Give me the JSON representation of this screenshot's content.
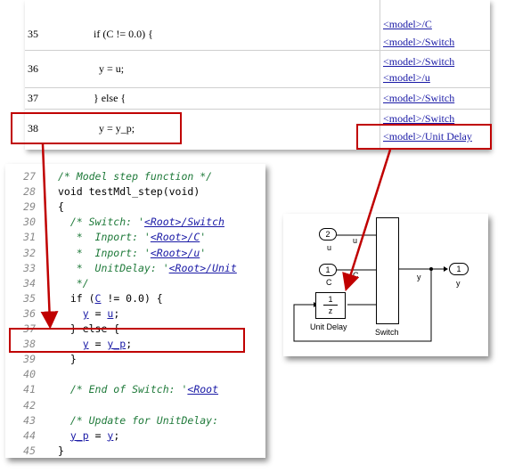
{
  "trace_table": {
    "rows": [
      {
        "line": "35",
        "code": "if (C != 0.0) {",
        "links": [
          "<model>/C",
          "<model>/Switch"
        ]
      },
      {
        "line": "36",
        "code": "  y = u;",
        "links": [
          "<model>/Switch",
          "<model>/u"
        ]
      },
      {
        "line": "37",
        "code": "} else {",
        "links": [
          "<model>/Switch"
        ]
      },
      {
        "line": "38",
        "code": "  y = y_p;",
        "links": [
          "<model>/Switch",
          "<model>/Unit Delay"
        ]
      }
    ]
  },
  "code_view": {
    "lines": [
      {
        "n": "27",
        "parts": [
          {
            "t": "/* Model step function */",
            "c": "cm"
          }
        ]
      },
      {
        "n": "28",
        "parts": [
          {
            "t": "void testMdl_step(void)",
            "c": "kw"
          }
        ]
      },
      {
        "n": "29",
        "parts": [
          {
            "t": "{",
            "c": "kw"
          }
        ]
      },
      {
        "n": "30",
        "parts": [
          {
            "t": "  /* Switch: '",
            "c": "cm"
          },
          {
            "t": "<Root>/Switch",
            "c": "cm ln-link"
          }
        ]
      },
      {
        "n": "31",
        "parts": [
          {
            "t": "   *  Inport: '",
            "c": "cm"
          },
          {
            "t": "<Root>/C",
            "c": "cm ln-link"
          },
          {
            "t": "'",
            "c": "cm"
          }
        ]
      },
      {
        "n": "32",
        "parts": [
          {
            "t": "   *  Inport: '",
            "c": "cm"
          },
          {
            "t": "<Root>/u",
            "c": "cm ln-link"
          },
          {
            "t": "' ",
            "c": "cm"
          }
        ]
      },
      {
        "n": "33",
        "parts": [
          {
            "t": "   *  UnitDelay: '",
            "c": "cm"
          },
          {
            "t": "<Root>/Unit",
            "c": "cm ln-link"
          }
        ]
      },
      {
        "n": "34",
        "parts": [
          {
            "t": "   */",
            "c": "cm"
          }
        ]
      },
      {
        "n": "35",
        "parts": [
          {
            "t": "  if (",
            "c": "kw"
          },
          {
            "t": "C",
            "c": "ln-link"
          },
          {
            "t": " != 0.0) {",
            "c": "kw"
          }
        ]
      },
      {
        "n": "36",
        "parts": [
          {
            "t": "    ",
            "c": "kw"
          },
          {
            "t": "y",
            "c": "ln-link"
          },
          {
            "t": " = ",
            "c": "kw"
          },
          {
            "t": "u",
            "c": "ln-link"
          },
          {
            "t": ";",
            "c": "kw"
          }
        ]
      },
      {
        "n": "37",
        "parts": [
          {
            "t": "  } else {",
            "c": "kw"
          }
        ]
      },
      {
        "n": "38",
        "parts": [
          {
            "t": "    ",
            "c": "kw"
          },
          {
            "t": "y",
            "c": "ln-link"
          },
          {
            "t": " = ",
            "c": "kw"
          },
          {
            "t": "y_p",
            "c": "ln-link"
          },
          {
            "t": ";",
            "c": "kw"
          }
        ]
      },
      {
        "n": "39",
        "parts": [
          {
            "t": "  }",
            "c": "kw"
          }
        ]
      },
      {
        "n": "40",
        "parts": []
      },
      {
        "n": "41",
        "parts": [
          {
            "t": "  /* End of Switch: '",
            "c": "cm"
          },
          {
            "t": "<Root",
            "c": "cm ln-link"
          }
        ]
      },
      {
        "n": "42",
        "parts": []
      },
      {
        "n": "43",
        "parts": [
          {
            "t": "  /* Update for UnitDelay: ",
            "c": "cm"
          }
        ]
      },
      {
        "n": "44",
        "parts": [
          {
            "t": "  ",
            "c": "kw"
          },
          {
            "t": "y_p",
            "c": "ln-link"
          },
          {
            "t": " = ",
            "c": "kw"
          },
          {
            "t": "y",
            "c": "ln-link"
          },
          {
            "t": ";",
            "c": "kw"
          }
        ]
      },
      {
        "n": "45",
        "parts": [
          {
            "t": "}",
            "c": "kw"
          }
        ]
      }
    ]
  },
  "diagram": {
    "inport_u": {
      "number": "2",
      "label": "u"
    },
    "inport_c": {
      "number": "1",
      "label": "C"
    },
    "outport_y": {
      "number": "1",
      "label": "y"
    },
    "signal_y": "y",
    "unit_delay": {
      "numerator": "1",
      "denominator": "z",
      "label": "Unit Delay"
    },
    "switch": {
      "label": "Switch"
    }
  },
  "colors": {
    "highlight": "#c00000",
    "link": "#1a1aa6",
    "comment": "#1f7a3a"
  }
}
